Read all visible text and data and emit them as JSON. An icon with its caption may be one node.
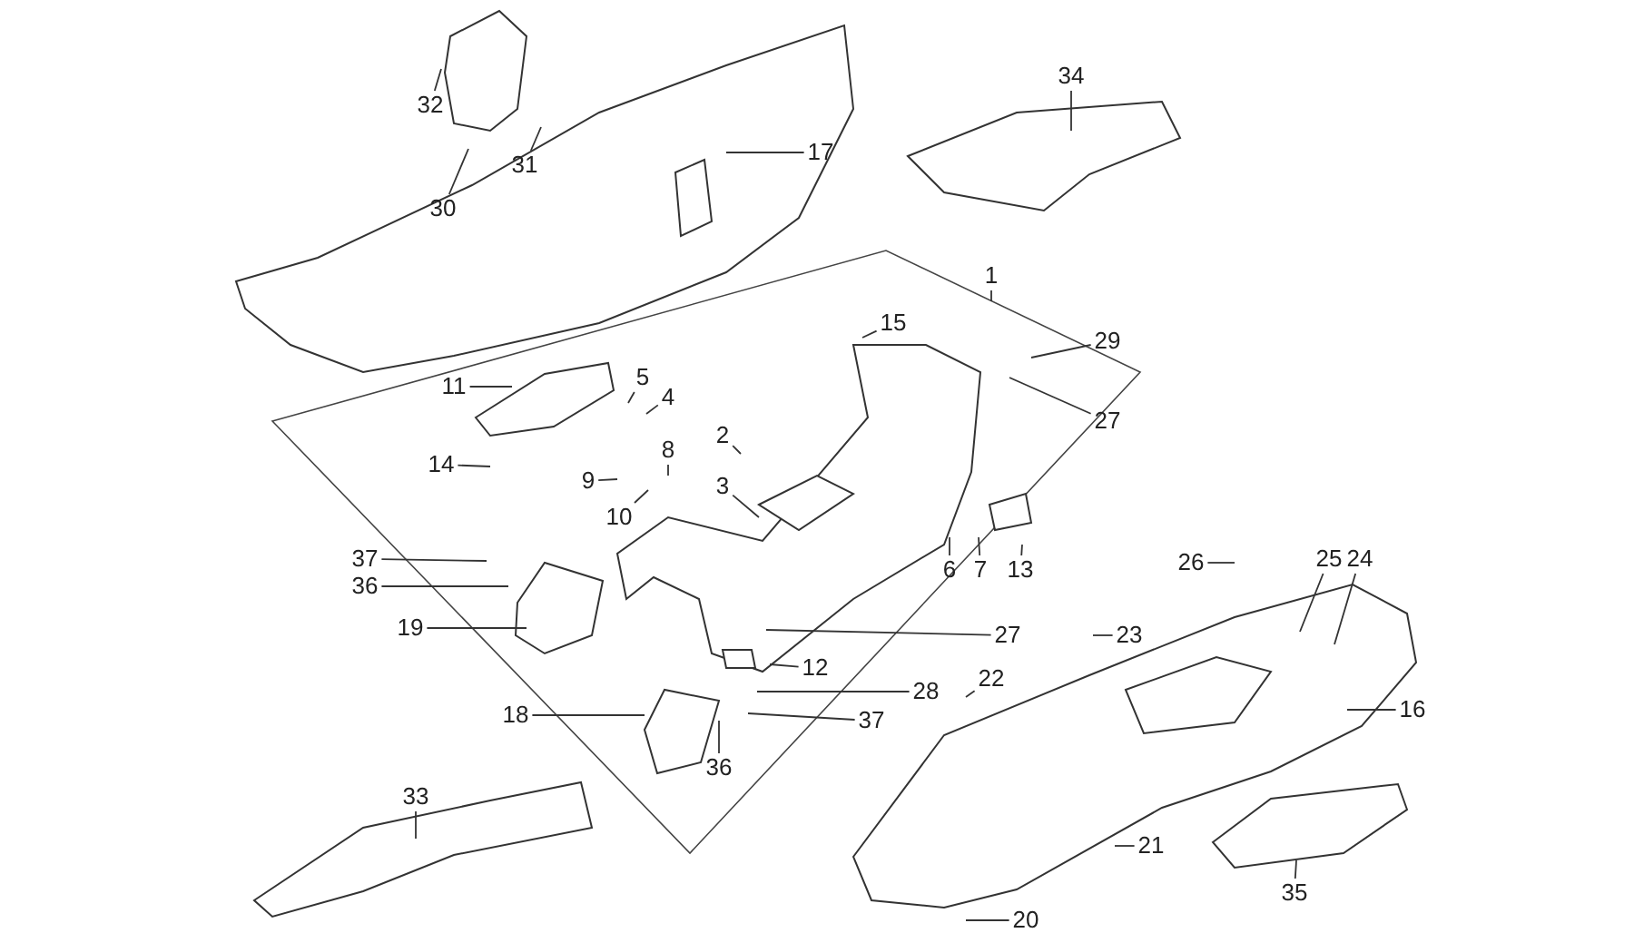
{
  "diagram": {
    "nodes": [
      {
        "text": [
          "34"
        ]
      },
      {
        "text": [
          "32"
        ]
      },
      {
        "text": [
          "17"
        ]
      },
      {
        "text": [
          "31"
        ]
      },
      {
        "text": [
          "30"
        ]
      },
      {
        "text": [
          "1"
        ]
      },
      {
        "text": [
          "15"
        ]
      },
      {
        "text": [
          "29"
        ]
      },
      {
        "text": [
          "5"
        ]
      },
      {
        "text": [
          "11"
        ]
      },
      {
        "text": [
          "4"
        ]
      },
      {
        "text": [
          "27"
        ]
      },
      {
        "text": [
          "2"
        ]
      },
      {
        "text": [
          "8"
        ]
      },
      {
        "text": [
          "14"
        ]
      },
      {
        "text": [
          "9"
        ]
      },
      {
        "text": [
          "3"
        ]
      },
      {
        "text": [
          "10"
        ]
      },
      {
        "text": [
          "37"
        ]
      },
      {
        "text": [
          "25"
        ]
      },
      {
        "text": [
          "24"
        ]
      },
      {
        "text": [
          "26"
        ]
      },
      {
        "text": [
          "6"
        ]
      },
      {
        "text": [
          "7"
        ]
      },
      {
        "text": [
          "13"
        ]
      },
      {
        "text": [
          "36"
        ]
      },
      {
        "text": [
          "19"
        ]
      },
      {
        "text": [
          "23"
        ]
      },
      {
        "text": [
          "27"
        ]
      },
      {
        "text": [
          "12"
        ]
      },
      {
        "text": [
          "22"
        ]
      },
      {
        "text": [
          "28"
        ]
      },
      {
        "text": [
          "16"
        ]
      },
      {
        "text": [
          "18"
        ]
      },
      {
        "text": [
          "37"
        ]
      },
      {
        "text": [
          "36"
        ]
      },
      {
        "text": [
          "33"
        ]
      },
      {
        "text": [
          "21"
        ]
      },
      {
        "text": [
          "35"
        ]
      },
      {
        "text": [
          "20"
        ]
      }
    ],
    "edges": [
      {
        "from": 0,
        "to": null,
        "arrow": "none"
      },
      {
        "from": 1,
        "to": null,
        "arrow": "none"
      },
      {
        "from": 2,
        "to": null,
        "arrow": "none"
      },
      {
        "from": 3,
        "to": null,
        "arrow": "none"
      },
      {
        "from": 4,
        "to": null,
        "arrow": "none"
      },
      {
        "from": 5,
        "to": null,
        "arrow": "none"
      },
      {
        "from": 6,
        "to": null,
        "arrow": "none"
      },
      {
        "from": 7,
        "to": null,
        "arrow": "none"
      },
      {
        "from": 8,
        "to": null,
        "arrow": "none"
      },
      {
        "from": 9,
        "to": null,
        "arrow": "none"
      },
      {
        "from": 10,
        "to": null,
        "arrow": "none"
      },
      {
        "from": 11,
        "to": null,
        "arrow": "none"
      },
      {
        "from": 12,
        "to": null,
        "arrow": "none"
      },
      {
        "from": 13,
        "to": null,
        "arrow": "none"
      },
      {
        "from": 14,
        "to": null,
        "arrow": "none"
      },
      {
        "from": 15,
        "to": null,
        "arrow": "none"
      },
      {
        "from": 16,
        "to": null,
        "arrow": "none"
      },
      {
        "from": 17,
        "to": null,
        "arrow": "none"
      },
      {
        "from": 18,
        "to": null,
        "arrow": "none"
      },
      {
        "from": 19,
        "to": null,
        "arrow": "none"
      },
      {
        "from": 20,
        "to": null,
        "arrow": "none"
      },
      {
        "from": 21,
        "to": null,
        "arrow": "none"
      },
      {
        "from": 22,
        "to": null,
        "arrow": "none"
      },
      {
        "from": 23,
        "to": null,
        "arrow": "none"
      },
      {
        "from": 24,
        "to": null,
        "arrow": "none"
      },
      {
        "from": 25,
        "to": null,
        "arrow": "none"
      },
      {
        "from": 26,
        "to": null,
        "arrow": "none"
      },
      {
        "from": 27,
        "to": null,
        "arrow": "none"
      },
      {
        "from": 28,
        "to": null,
        "arrow": "none"
      },
      {
        "from": 29,
        "to": null,
        "arrow": "none"
      },
      {
        "from": 30,
        "to": null,
        "arrow": "none"
      },
      {
        "from": 31,
        "to": null,
        "arrow": "none"
      },
      {
        "from": 32,
        "to": null,
        "arrow": "none"
      },
      {
        "from": 33,
        "to": null,
        "arrow": "none"
      },
      {
        "from": 34,
        "to": null,
        "arrow": "none"
      },
      {
        "from": 35,
        "to": null,
        "arrow": "none"
      },
      {
        "from": 36,
        "to": null,
        "arrow": "none"
      },
      {
        "from": 37,
        "to": null,
        "arrow": "none"
      },
      {
        "from": 38,
        "to": null,
        "arrow": "none"
      },
      {
        "from": 39,
        "to": null,
        "arrow": "none"
      }
    ]
  }
}
